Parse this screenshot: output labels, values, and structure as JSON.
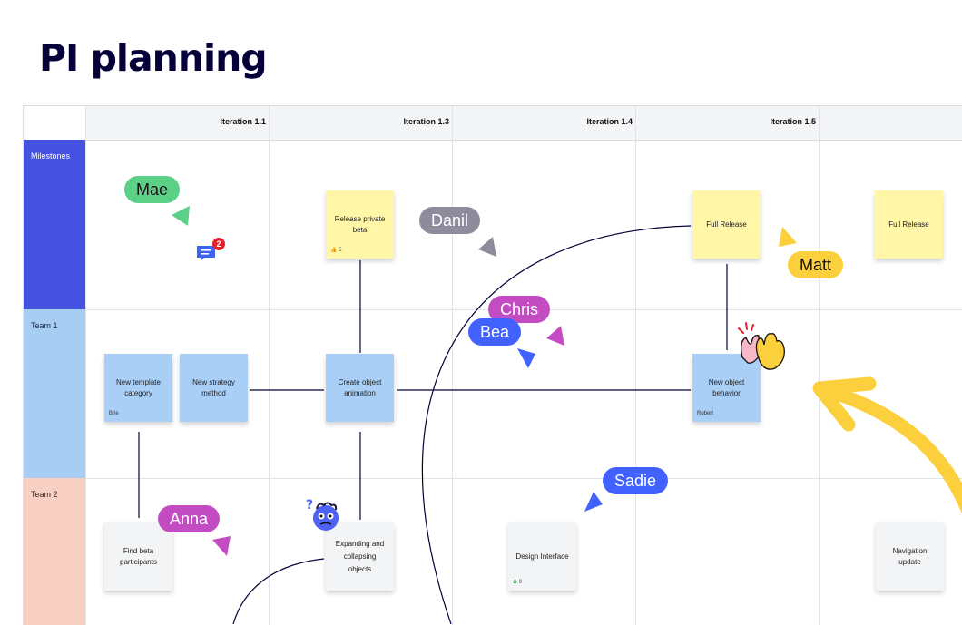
{
  "title": "PI planning",
  "columns": [
    "Iteration 1.1",
    "Iteration 1.3",
    "Iteration 1.4",
    "Iteration 1.5"
  ],
  "lanes": [
    "Milestones",
    "Team 1",
    "Team 2"
  ],
  "stickies": {
    "release_private_beta": {
      "text": "Release private beta",
      "badge": "5"
    },
    "full_release_1": {
      "text": "Full Release"
    },
    "full_release_2": {
      "text": "Full Release"
    },
    "new_template_category": {
      "text": "New template category",
      "author": "Brie"
    },
    "new_strategy_method": {
      "text": "New strategy method"
    },
    "create_object_animation": {
      "text": "Create object animation"
    },
    "new_object_behavior": {
      "text": "New object behavior",
      "author": "Robert"
    },
    "find_beta_participants": {
      "text": "Find beta participants"
    },
    "expanding_collapsing": {
      "text": "Expanding and collapsing objects"
    },
    "design_interface": {
      "text": "Design Interface",
      "badge": "9"
    },
    "navigation_update": {
      "text": "Navigation update"
    }
  },
  "cursors": {
    "mae": {
      "name": "Mae",
      "color": "#5bd086"
    },
    "danil": {
      "name": "Danil",
      "color": "#8e8b9c"
    },
    "matt": {
      "name": "Matt",
      "color": "#fcd03c"
    },
    "chris": {
      "name": "Chris",
      "color": "#c34cc3"
    },
    "bea": {
      "name": "Bea",
      "color": "#4262ff"
    },
    "sadie": {
      "name": "Sadie",
      "color": "#4262ff"
    },
    "anna": {
      "name": "Anna",
      "color": "#c34cc3"
    }
  },
  "comment": {
    "count": "2",
    "icon": "comment-icon"
  },
  "colors": {
    "milestones": "#4652e2",
    "team1": "#a7cdf2",
    "team2": "#f7d0c3",
    "arrow": "#fcd03c"
  }
}
